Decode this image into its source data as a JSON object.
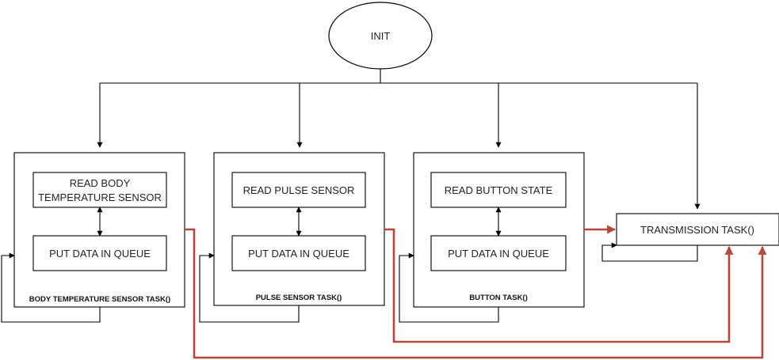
{
  "init": {
    "label": "INIT"
  },
  "tasks": [
    {
      "title": "BODY TEMPERATURE SENSOR TASK()",
      "read_line1": "READ BODY",
      "read_line2": "TEMPERATURE SENSOR",
      "queue": "PUT DATA IN QUEUE"
    },
    {
      "title": "PULSE SENSOR TASK()",
      "read_line1": "READ PULSE SENSOR",
      "queue": "PUT DATA IN QUEUE"
    },
    {
      "title": "BUTTON TASK()",
      "read_line1": "READ BUTTON STATE",
      "queue": "PUT DATA IN QUEUE"
    }
  ],
  "transmission": {
    "label": "TRANSMISSION TASK()"
  },
  "colors": {
    "stroke": "#000000",
    "data_flow": "#b5473f",
    "background": "#ffffff"
  }
}
